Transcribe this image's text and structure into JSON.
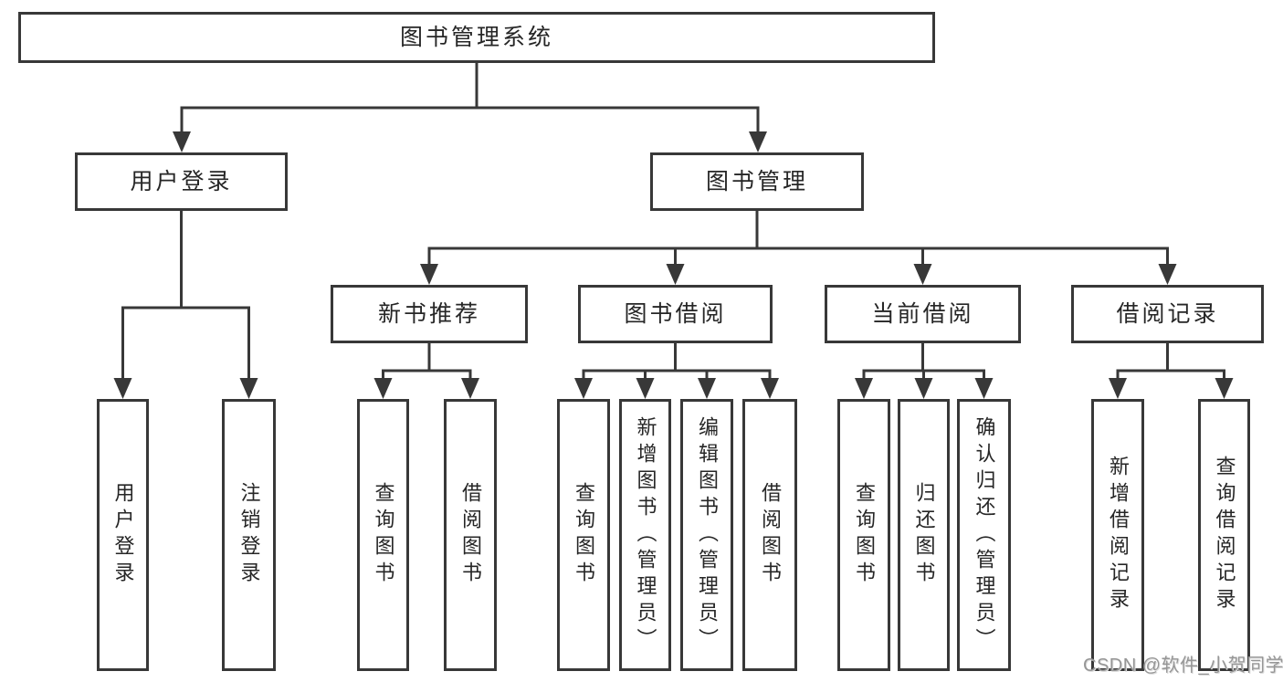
{
  "diagram": {
    "root": {
      "label": "图书管理系统"
    },
    "level1": [
      {
        "id": "user-login",
        "label": "用户登录"
      },
      {
        "id": "book-management",
        "label": "图书管理"
      }
    ],
    "level2": [
      {
        "id": "new-book-recommend",
        "label": "新书推荐"
      },
      {
        "id": "book-borrow",
        "label": "图书借阅"
      },
      {
        "id": "current-borrow",
        "label": "当前借阅"
      },
      {
        "id": "borrow-records",
        "label": "借阅记录"
      }
    ],
    "leaves": [
      {
        "id": "user-login-leaf",
        "label": "用户登录"
      },
      {
        "id": "logout",
        "label": "注销登录"
      },
      {
        "id": "query-books-recommend",
        "label": "查询图书"
      },
      {
        "id": "borrow-books-recommend",
        "label": "借阅图书"
      },
      {
        "id": "query-books-borrow",
        "label": "查询图书"
      },
      {
        "id": "add-books-admin",
        "label": "新增图书（管理员）"
      },
      {
        "id": "edit-books-admin",
        "label": "编辑图书（管理员）"
      },
      {
        "id": "borrow-books-borrow",
        "label": "借阅图书"
      },
      {
        "id": "query-books-current",
        "label": "查询图书"
      },
      {
        "id": "return-books",
        "label": "归还图书"
      },
      {
        "id": "confirm-return-admin",
        "label": "确认归还（管理员）"
      },
      {
        "id": "add-borrow-record",
        "label": "新增借阅记录"
      },
      {
        "id": "query-borrow-record",
        "label": "查询借阅记录"
      }
    ]
  },
  "watermark": {
    "text": "CSDN @软件_小贺同学"
  },
  "colors": {
    "line": "#383838",
    "box_border": "#383838",
    "text": "#262626",
    "watermark": "#969696",
    "background": "#ffffff"
  }
}
